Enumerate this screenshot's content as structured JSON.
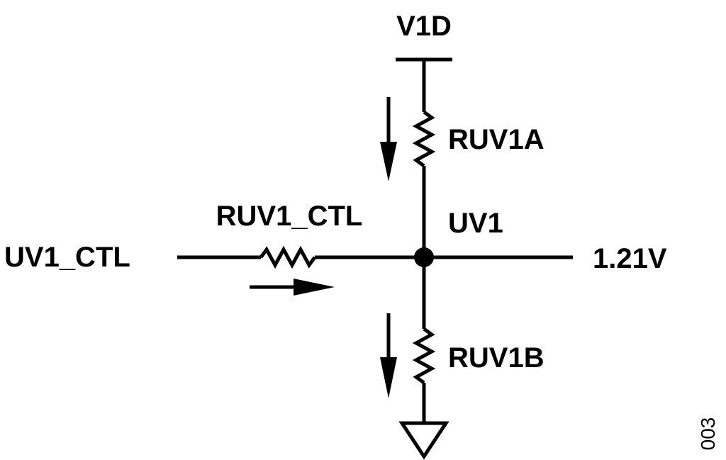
{
  "diagram": {
    "supply_label": "V1D",
    "top_resistor_label": "RUV1A",
    "bottom_resistor_label": "RUV1B",
    "control_resistor_label": "RUV1_CTL",
    "control_input_label": "UV1_CTL",
    "node_label": "UV1",
    "output_voltage_label": "1.21V",
    "figure_number": "003"
  },
  "colors": {
    "ink": "#000000",
    "background": "#ffffff"
  },
  "icons": {
    "supply": "supply-rail-icon",
    "ground": "ground-icon",
    "resistor": "resistor-icon",
    "junction": "junction-dot-icon",
    "current_arrow": "arrow-icon"
  }
}
